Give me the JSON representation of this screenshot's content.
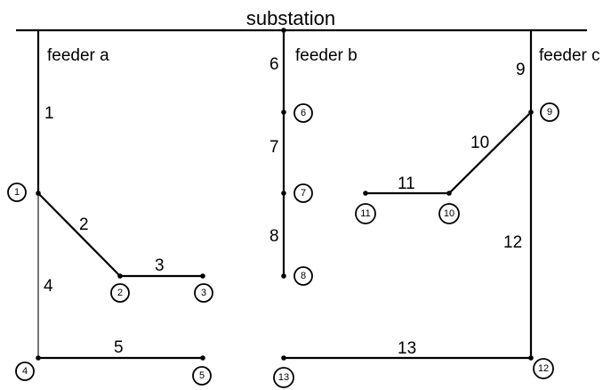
{
  "title": "substation",
  "feeders": {
    "a": "feeder a",
    "b": "feeder b",
    "c": "feeder c"
  },
  "branches": {
    "b1": "1",
    "b2": "2",
    "b3": "3",
    "b4": "4",
    "b5": "5",
    "b6": "6",
    "b7": "7",
    "b8": "8",
    "b9": "9",
    "b10": "10",
    "b11": "11",
    "b12": "12",
    "b13": "13"
  },
  "nodes": {
    "n1": "1",
    "n2": "2",
    "n3": "3",
    "n4": "4",
    "n5": "5",
    "n6": "6",
    "n7": "7",
    "n8": "8",
    "n9": "9",
    "n10": "10",
    "n11": "11",
    "n12": "12",
    "n13": "13"
  }
}
